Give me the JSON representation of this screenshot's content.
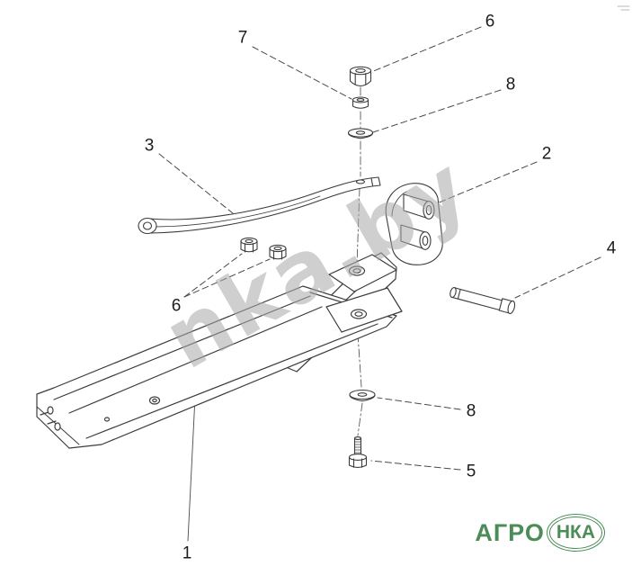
{
  "page": {
    "background_color": "#ffffff",
    "line_color": "#3c3c3c"
  },
  "watermark": {
    "text": "nka.by",
    "color": "#a9a9a9"
  },
  "logo": {
    "text_left": "АГРО",
    "text_right": "НКА",
    "color": "#4c8c57"
  },
  "callouts": [
    {
      "part": "7"
    },
    {
      "part": "6"
    },
    {
      "part": "8"
    },
    {
      "part": "3"
    },
    {
      "part": "2"
    },
    {
      "part": "4"
    },
    {
      "part": "6"
    },
    {
      "part": "8"
    },
    {
      "part": "5"
    },
    {
      "part": "1"
    }
  ]
}
